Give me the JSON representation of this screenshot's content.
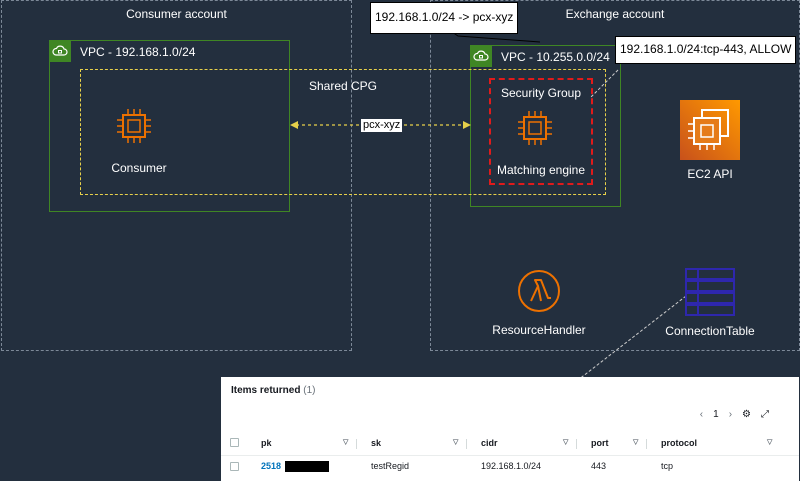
{
  "accounts": {
    "consumer": "Consumer account",
    "exchange": "Exchange account"
  },
  "vpcs": {
    "consumer": "VPC - 192.168.1.0/24",
    "exchange": "VPC - 10.255.0.0/24"
  },
  "shared_cpg": "Shared CPG",
  "consumer_instance": "Consumer",
  "security_group": "Security Group",
  "matching_engine": "Matching engine",
  "peering_tag": "pcx-xyz",
  "callouts": {
    "route": "192.168.1.0/24 -> pcx-xyz",
    "sg_rule": "192.168.1.0/24:tcp-443, ALLOW"
  },
  "services": {
    "ec2_api": "EC2 API",
    "resource_handler": "ResourceHandler",
    "connection_table": "ConnectionTable"
  },
  "table": {
    "title": "Items returned",
    "count": "(1)",
    "page": "1",
    "columns": [
      "pk",
      "sk",
      "cidr",
      "port",
      "protocol"
    ],
    "rows": [
      {
        "pk": "2518",
        "sk": "testRegid",
        "cidr": "192.168.1.0/24",
        "port": "443",
        "protocol": "tcp"
      }
    ]
  },
  "colors": {
    "background": "#232f3e",
    "vpc_border": "#3f8624",
    "compute_orange": "#ed7100",
    "lambda_orange": "#ed7100",
    "dynamodb_blue": "#2e27ad",
    "security_group_red": "#e01b1b",
    "cpg_yellow": "#e7d04a",
    "link_blue": "#0073bb"
  }
}
